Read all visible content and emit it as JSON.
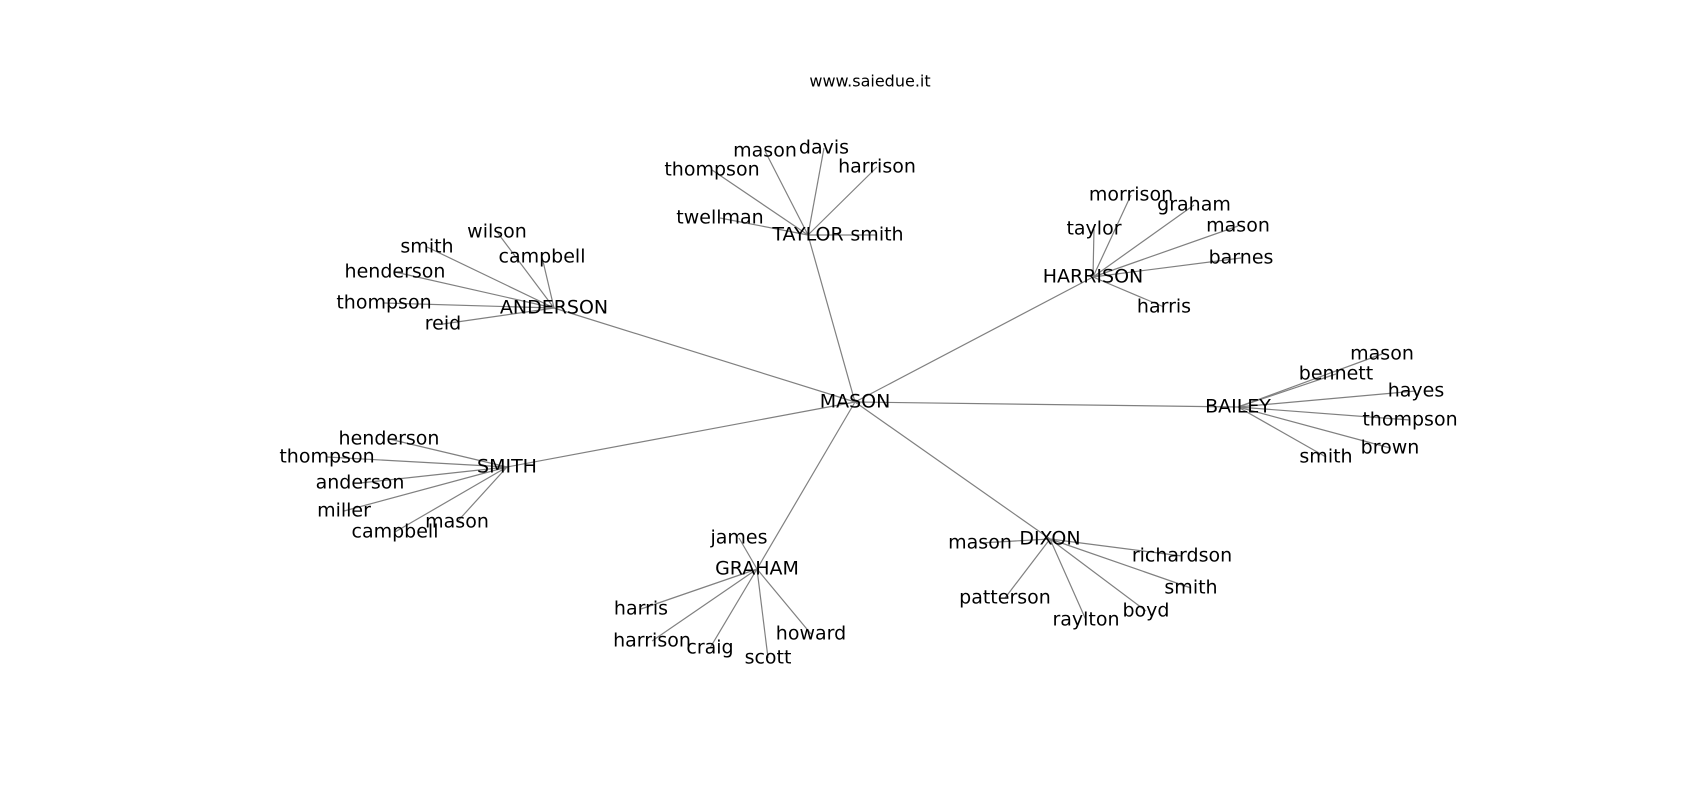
{
  "watermark": "www.saiedue.it",
  "colors": {
    "edge": "#808080",
    "text": "#000000",
    "background": "#ffffff"
  },
  "graph": {
    "root": "MASON",
    "hubs": [
      {
        "name": "TAYLOR",
        "leaves": [
          "thompson",
          "mason",
          "davis",
          "harrison",
          "twellman",
          "smith"
        ]
      },
      {
        "name": "ANDERSON",
        "leaves": [
          "wilson",
          "smith",
          "campbell",
          "henderson",
          "thompson",
          "reid"
        ]
      },
      {
        "name": "HARRISON",
        "leaves": [
          "morrison",
          "graham",
          "taylor",
          "mason",
          "barnes",
          "harris"
        ]
      },
      {
        "name": "BAILEY",
        "leaves": [
          "mason",
          "bennett",
          "hayes",
          "thompson",
          "brown",
          "smith"
        ]
      },
      {
        "name": "SMITH",
        "leaves": [
          "henderson",
          "thompson",
          "anderson",
          "miller",
          "mason",
          "campbell"
        ]
      },
      {
        "name": "GRAHAM",
        "leaves": [
          "james",
          "harris",
          "harrison",
          "craig",
          "scott",
          "howard"
        ]
      },
      {
        "name": "DIXON",
        "leaves": [
          "mason",
          "richardson",
          "patterson",
          "smith",
          "raylton",
          "boyd"
        ]
      }
    ]
  }
}
